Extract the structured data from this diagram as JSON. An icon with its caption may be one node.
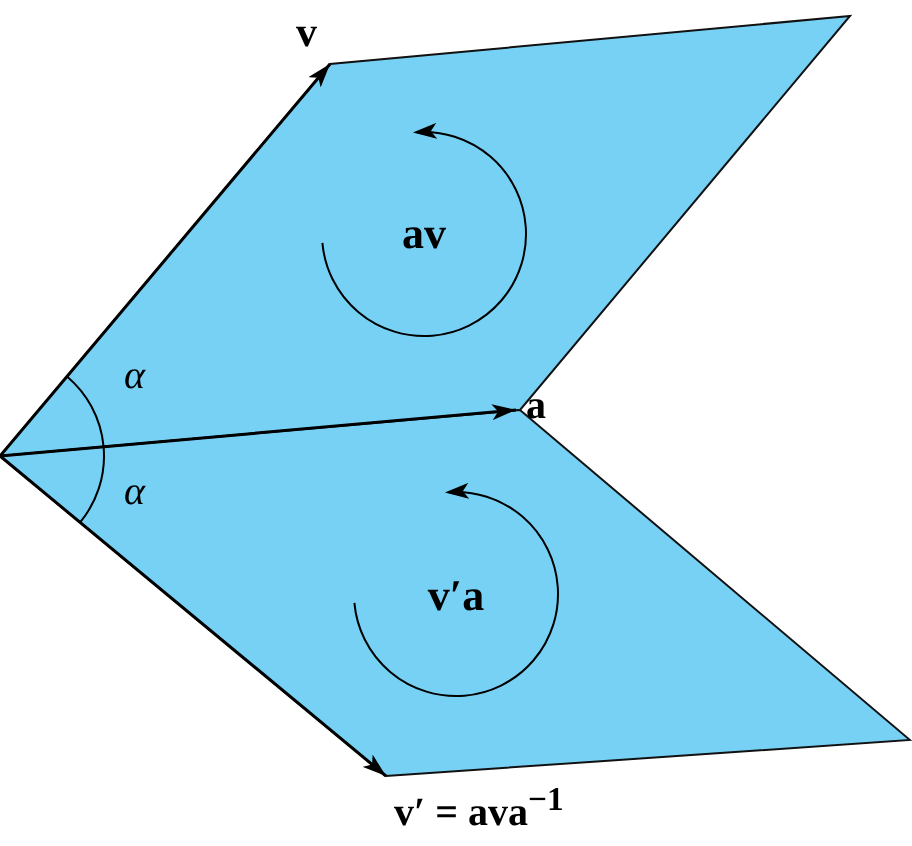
{
  "diagram": {
    "nodes": [
      {
        "text": [
          "av"
        ]
      },
      {
        "text": [
          "v′a"
        ]
      },
      {
        "text": [
          "v"
        ]
      },
      {
        "text": [
          "a"
        ]
      },
      {
        "text": [
          "v′ = ava$^{−1}$"
        ]
      }
    ],
    "edges": [
      {
        "from": 1,
        "to": 2,
        "arrow": "to"
      },
      {
        "from": 1,
        "to": 3,
        "arrow": "to"
      },
      {
        "from": 1,
        "to": 4,
        "arrow": "to"
      }
    ],
    "labels": [
      "α",
      "α"
    ]
  }
}
